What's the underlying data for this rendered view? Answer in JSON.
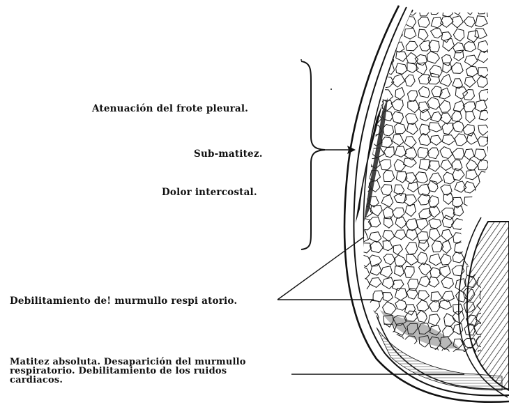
{
  "labels": {
    "frote": "Atenuación del frote pleural.",
    "submatitez": "Sub-matitez.",
    "dolor": "Dolor intercostal.",
    "debilitamiento": "Debilitamiento de! murmullo respi atorio.",
    "matitez_lines": [
      "Matitez absoluta. Desaparición del murmullo",
      "respiratorio. Debilitamiento de los ruidos",
      "cardiacos."
    ]
  },
  "colors": {
    "ink": "#111111",
    "paper": "#ffffff"
  }
}
